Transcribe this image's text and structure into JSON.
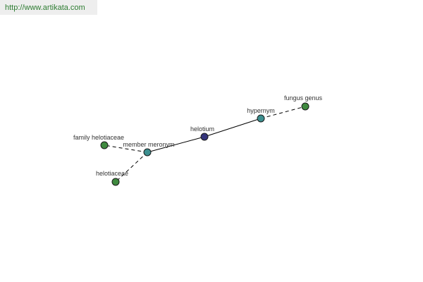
{
  "header": {
    "url": "http://www.artikata.com"
  },
  "graph": {
    "colors": {
      "edge": "#000000",
      "fill_main": "#33337a",
      "fill_relation": "#3c8f8f",
      "fill_leaf": "#3f8a3f",
      "stroke": "#1a1a1a"
    },
    "nodes": [
      {
        "id": "helotium",
        "label": "helotium",
        "kind": "main"
      },
      {
        "id": "hypernym",
        "label": "hypernym",
        "kind": "relation"
      },
      {
        "id": "fungus-genus",
        "label": "fungus genus",
        "kind": "leaf"
      },
      {
        "id": "member-meronym",
        "label": "member meronym",
        "kind": "relation"
      },
      {
        "id": "family-helotiaceae",
        "label": "family helotiaceae",
        "kind": "leaf"
      },
      {
        "id": "helotiaceae",
        "label": "helotiaceae",
        "kind": "leaf"
      }
    ],
    "edges": [
      {
        "from": "helotium",
        "to": "hypernym",
        "style": "solid"
      },
      {
        "from": "helotium",
        "to": "member-meronym",
        "style": "solid"
      },
      {
        "from": "hypernym",
        "to": "fungus-genus",
        "style": "dashed"
      },
      {
        "from": "member-meronym",
        "to": "family-helotiaceae",
        "style": "dashed"
      },
      {
        "from": "member-meronym",
        "to": "helotiaceae",
        "style": "dashed"
      }
    ]
  }
}
